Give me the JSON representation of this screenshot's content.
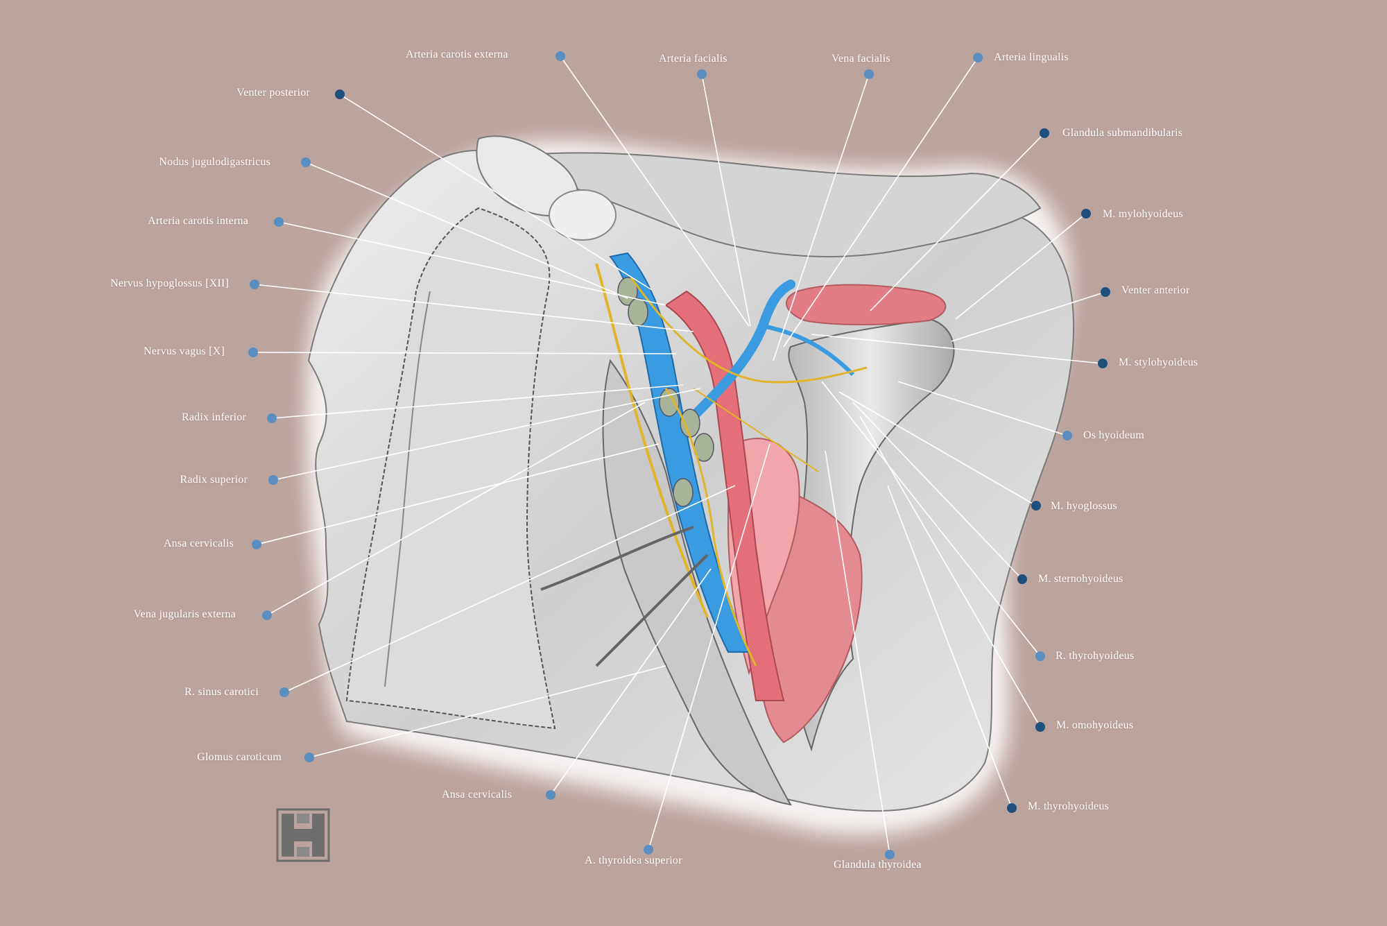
{
  "colors": {
    "background": "#bba39e",
    "label_text": "#ffffff",
    "leader_line": "#ffffff",
    "dot_dark": "#1f4f7d",
    "dot_light": "#5b8ec0",
    "vein": "#3a9be0",
    "artery": "#d86a72",
    "nerve": "#e0b52a",
    "skin": "#d9d9d9"
  },
  "labels": {
    "vena_posterior": "Venter posterior",
    "nodus_jugulodigastricus": "Nodus jugulodigastricus",
    "arteria_carotis_interna": "Arteria carotis interna",
    "nervus_hypoglossus": "Nervus hypoglossus [XII]",
    "nervus_vagus": "Nervus vagus [X]",
    "radix_inferior": "Radix inferior",
    "radix_superior": "Radix superior",
    "ansa_cervicalis_left": "Ansa cervicalis",
    "vena_jugularis_externa": "Vena jugularis externa",
    "r_sinus_carotici": "R. sinus carotici",
    "glomus_caroticum": "Glomus caroticum",
    "arteria_carotis_externa": "Arteria carotis externa",
    "arteria_facialis": "Arteria facialis",
    "vena_facialis": "Vena facialis",
    "arteria_lingualis": "Arteria lingualis",
    "glandula_submandibularis": "Glandula submandibularis",
    "m_mylohyoideus": "M. mylohyoideus",
    "venter_anterior": "Venter anterior",
    "m_stylohyoideus": "M. stylohyoideus",
    "os_hyoideum": "Os hyoideum",
    "m_hyoglossus": "M. hyoglossus",
    "m_sternohyoideus": "M. sternohyoideus",
    "r_thyrohyoideus": "R. thyrohyoideus",
    "m_omohyoideus": "M. omohyoideus",
    "m_thyrohyoideus": "M. thyrohyoideus",
    "ansa_cervicalis_bottom": "Ansa cervicalis",
    "a_thyroidea_superior": "A. thyroidea superior",
    "glandula_thyroidea": "Glandula thyroidea"
  }
}
